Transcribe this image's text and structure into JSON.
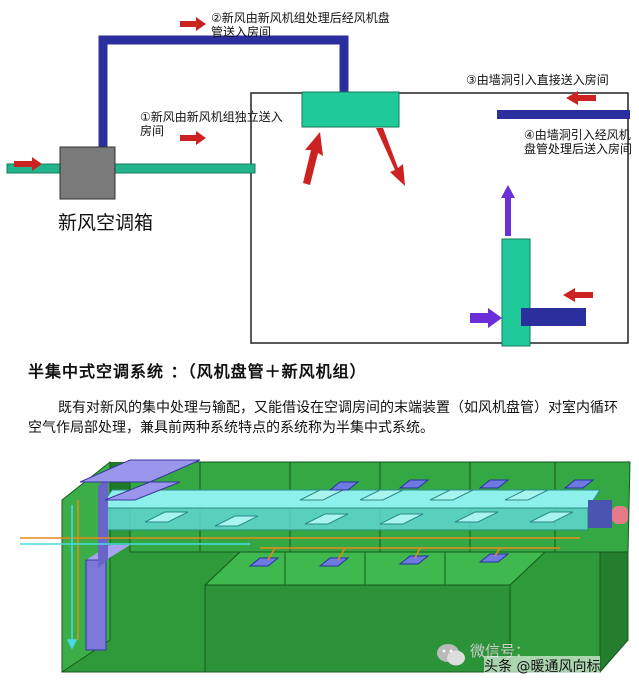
{
  "diagram": {
    "label_1": "①新风由新风机组独立送入房间",
    "label_2": "②新风由新风机组处理后经风机盘管送入房间",
    "label_3": "③由墙洞引入直接送入房间",
    "label_4": "④由墙洞引入经风机盘管处理后送入房间",
    "unit_label": "新风空调箱"
  },
  "title": "半集中式空调系统 ：（风机盘管＋新风机组）",
  "paragraph": "既有对新风的集中处理与输配，又能借设在空调房间的末端装置（如风机盘管）对室内循环空气作局部处理，兼具前两种系统特点的系统称为半集中式系统。",
  "watermark": {
    "wechat_text": "微信号：",
    "source_text": "头条 @暖通风向标"
  },
  "colors": {
    "duct_blue": "#2b2f9e",
    "duct_teal": "#22b58b",
    "arrow_red": "#cc2222",
    "arrow_purple": "#6a2fd6",
    "building_green": "#2e9a3a",
    "duct_cyan": "#7fe6e0",
    "duct_violet": "#8a86e8"
  }
}
